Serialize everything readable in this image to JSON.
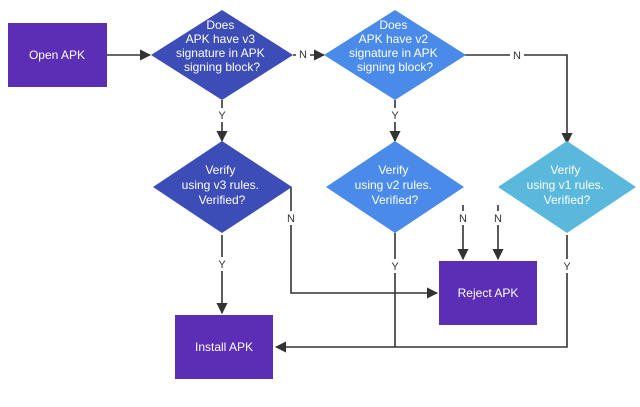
{
  "diagram": {
    "colors": {
      "purple": "#5B2EB5",
      "dark_blue": "#3D4DB8",
      "mid_blue": "#4A8BEA",
      "light_blue": "#5BB8DD",
      "line": "#333333",
      "text": "#ffffff"
    },
    "nodes": {
      "open_apk": {
        "lines": [
          "Open APK"
        ]
      },
      "check_v3": {
        "lines": [
          "Does",
          "APK have v3",
          "signature in APK",
          "signing block?"
        ]
      },
      "check_v2": {
        "lines": [
          "Does",
          "APK have v2",
          "signature in APK",
          "signing block?"
        ]
      },
      "verify_v3": {
        "lines": [
          "Verify",
          "using v3 rules.",
          "Verified?"
        ]
      },
      "verify_v2": {
        "lines": [
          "Verify",
          "using v2 rules.",
          "Verified?"
        ]
      },
      "verify_v1": {
        "lines": [
          "Verify",
          "using v1 rules.",
          "Verified?"
        ]
      },
      "reject_apk": {
        "lines": [
          "Reject APK"
        ]
      },
      "install_apk": {
        "lines": [
          "Install APK"
        ]
      }
    },
    "edge_labels": {
      "yes": "Y",
      "no": "N"
    }
  }
}
